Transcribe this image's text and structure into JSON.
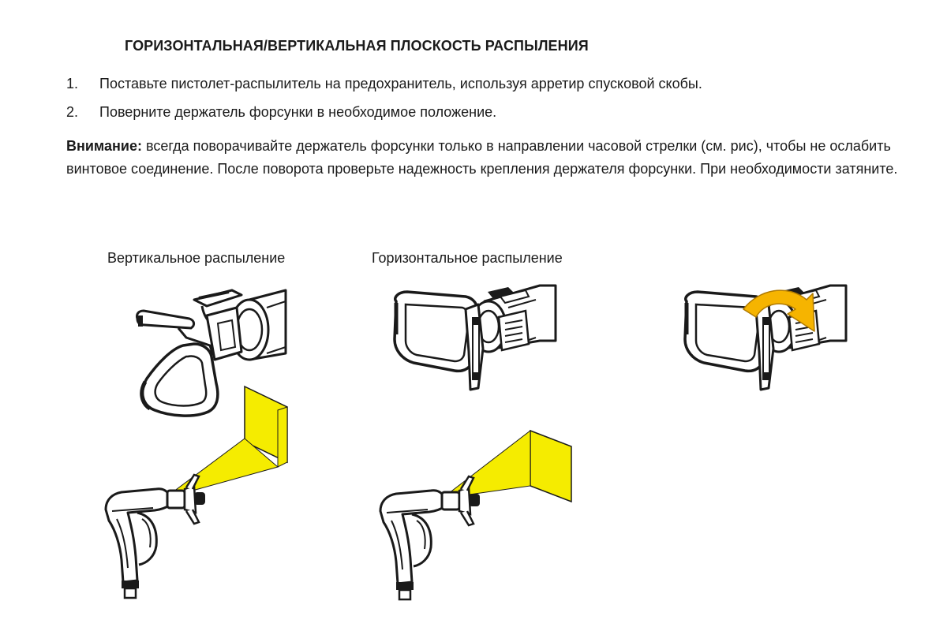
{
  "document": {
    "title": "ГОРИЗОНТАЛЬНАЯ/ВЕРТИКАЛЬНАЯ ПЛОСКОСТЬ РАСПЫЛЕНИЯ",
    "steps": [
      {
        "number": "1.",
        "text": "Поставьте пистолет-распылитель на предохранитель, используя арретир спусковой скобы."
      },
      {
        "number": "2.",
        "text": "Поверните держатель форсунки в необходимое положение."
      }
    ],
    "warning": {
      "label": "Внимание:",
      "text": "всегда поворачивайте держатель форсунки только в направлении часовой стрелки (см. рис), чтобы не ослабить винтовое соединение. После поворота проверьте надежность крепления держателя форсунки. При необходимости затяните."
    }
  },
  "figures": {
    "vertical_caption": "Вертикальное распыление",
    "horizontal_caption": "Горизонтальное распыление",
    "spray_color": "#f5ec00",
    "arrow_color": "#f6b400",
    "line_color": "#1a1a1a",
    "icons": [
      "nozzle-holder-vertical-icon",
      "nozzle-holder-horizontal-icon",
      "nozzle-holder-rotating-icon",
      "spray-gun-icon",
      "spray-fan-icon",
      "target-wall-icon",
      "clockwise-arrow-icon"
    ]
  }
}
